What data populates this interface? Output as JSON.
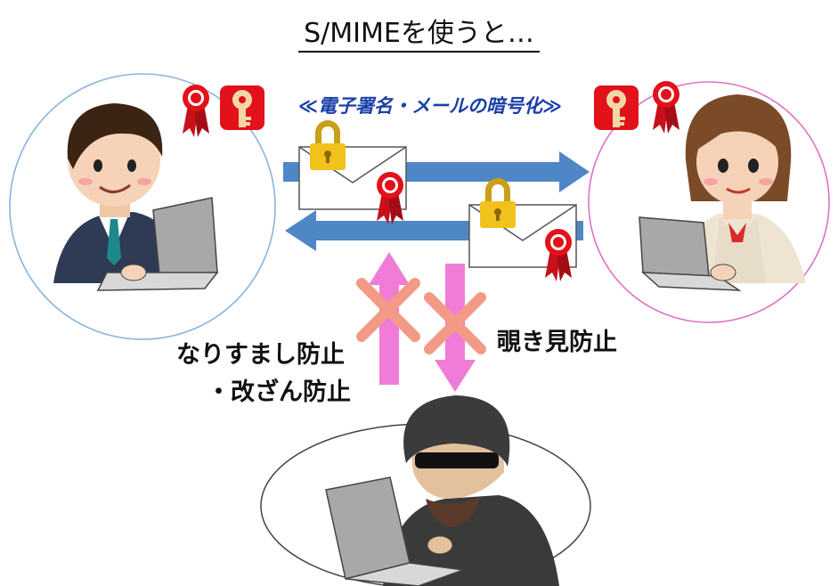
{
  "title": "S/MIMEを使うと…",
  "banner": "≪電子署名・メールの暗号化≫",
  "labels": {
    "snooping": "覗き見防止",
    "spoofing_line1": "なりすまし防止",
    "spoofing_line2": "・改ざん防止"
  },
  "colors": {
    "left_circle": "#8ab4dd",
    "right_circle": "#e070c8",
    "arrow_blue": "#4f86c6",
    "arrow_pink": "#f07cd8",
    "cross": "#f29a86",
    "certificate_red": "#e3111a",
    "lock_gold": "#f2c21c"
  },
  "icons": [
    "certificate-ribbon-icon",
    "key-icon",
    "padlock-icon",
    "envelope-icon"
  ]
}
